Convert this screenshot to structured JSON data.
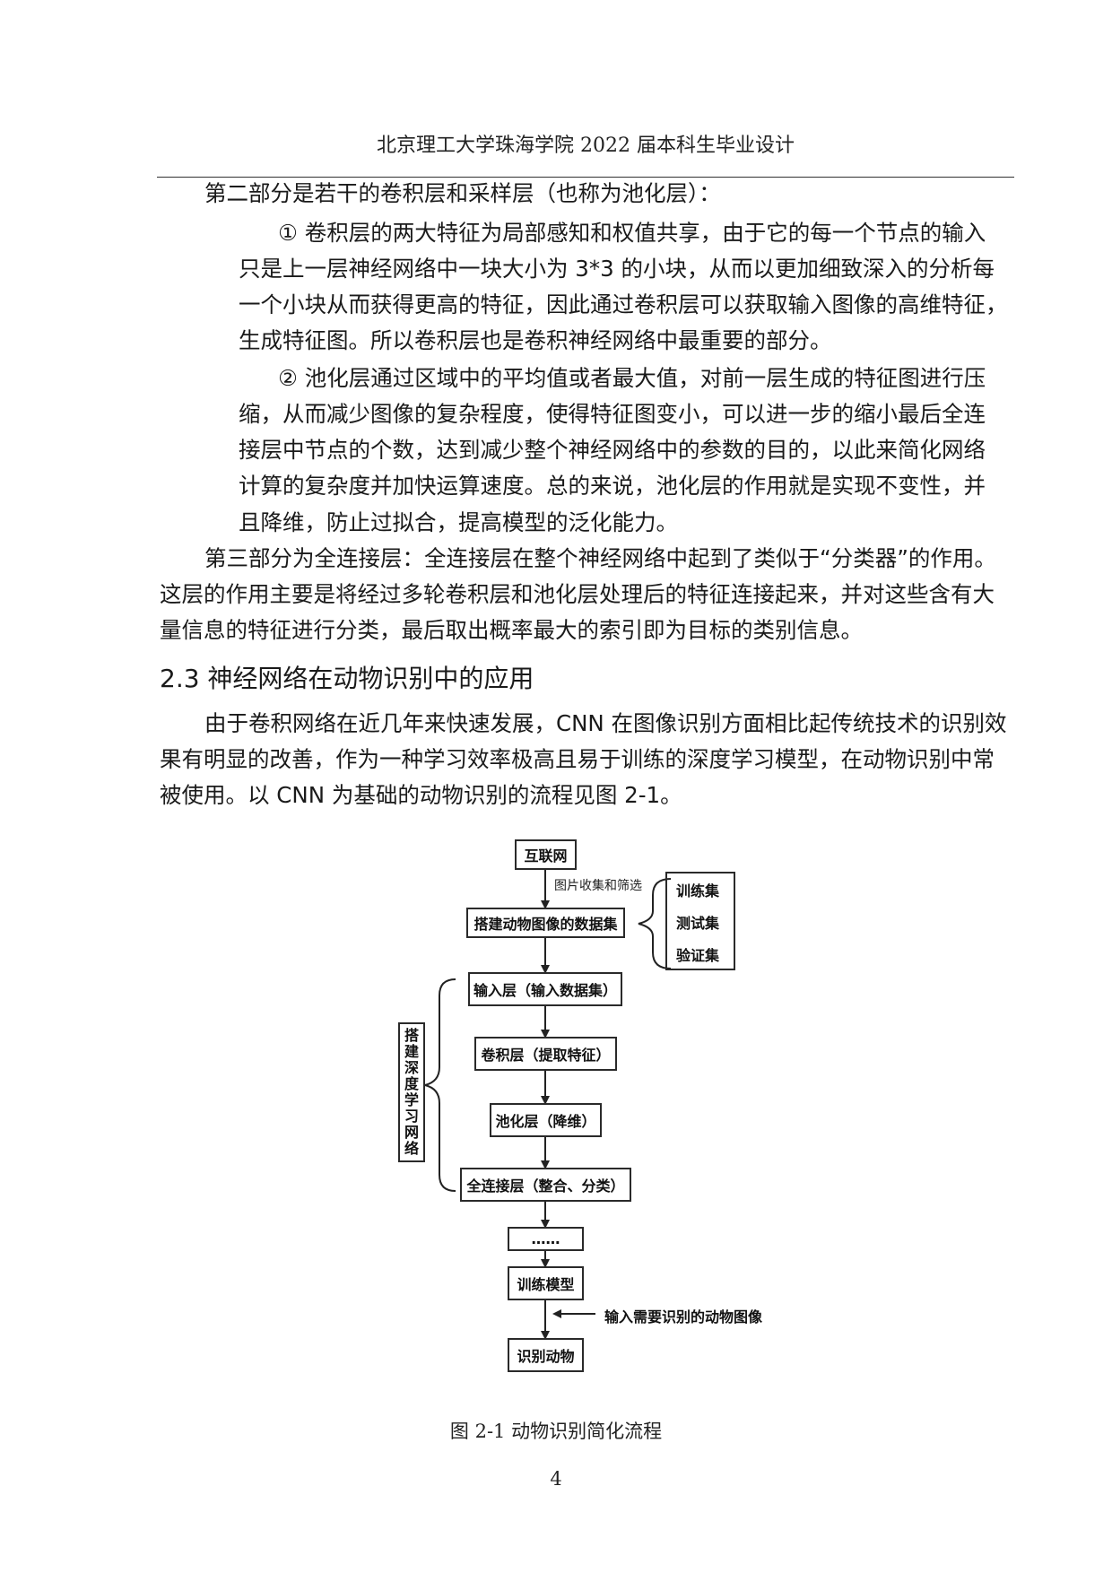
{
  "header": {
    "title": "北京理工大学珠海学院 2022 届本科生毕业设计"
  },
  "body": {
    "lines": [
      "第二部分是若干的卷积层和采样层（也称为池化层）：",
      "①  卷积层的两大特征为局部感知和权值共享，由于它的每一个节点的输入",
      "只是上一层神经网络中一块大小为 3*3 的小块，从而以更加细致深入的分析每",
      "一个小块从而获得更高的特征，因此通过卷积层可以获取输入图像的高维特征，",
      "生成特征图。所以卷积层也是卷积神经网络中最重要的部分。",
      "②  池化层通过区域中的平均值或者最大值，对前一层生成的特征图进行压",
      "缩，从而减少图像的复杂程度，使得特征图变小，可以进一步的缩小最后全连",
      "接层中节点的个数，达到减少整个神经网络中的参数的目的，以此来简化网络",
      "计算的复杂度并加快运算速度。总的来说，池化层的作用就是实现不变性，并",
      "且降维，防止过拟合，提高模型的泛化能力。",
      "第三部分为全连接层：全连接层在整个神经网络中起到了类似于“分类器”的作用。",
      "这层的作用主要是将经过多轮卷积层和池化层处理后的特征连接起来，并对这些含有大",
      "量信息的特征进行分类，最后取出概率最大的索引即为目标的类别信息。"
    ],
    "section_title": "2.3 神经网络在动物识别中的应用",
    "section_lines": [
      "由于卷积网络在近几年来快速发展，CNN 在图像识别方面相比起传统技术的识别效",
      "果有明显的改善，作为一种学习效率极高且易于训练的深度学习模型，在动物识别中常",
      "被使用。以 CNN 为基础的动物识别的流程见图 2-1。"
    ]
  },
  "flowchart": {
    "internet": "互联网",
    "collect_label": "图片收集和筛选",
    "dataset": "搭建动物图像的数据集",
    "sets": [
      "训练集",
      "测试集",
      "验证集"
    ],
    "input_layer": "输入层（输入数据集）",
    "conv_layer": "卷积层（提取特征）",
    "pool_layer": "池化层（降维）",
    "fc_layer": "全连接层（整合、分类）",
    "ellipsis": "……",
    "train": "训练模型",
    "input_image_label": "输入需要识别的动物图像",
    "recognize": "识别动物",
    "side_label": [
      "搭",
      "建",
      "深",
      "度",
      "学",
      "习",
      "网",
      "络"
    ]
  },
  "figure": {
    "caption": "图 2-1 动物识别简化流程"
  },
  "footer": {
    "page_number": "4"
  }
}
